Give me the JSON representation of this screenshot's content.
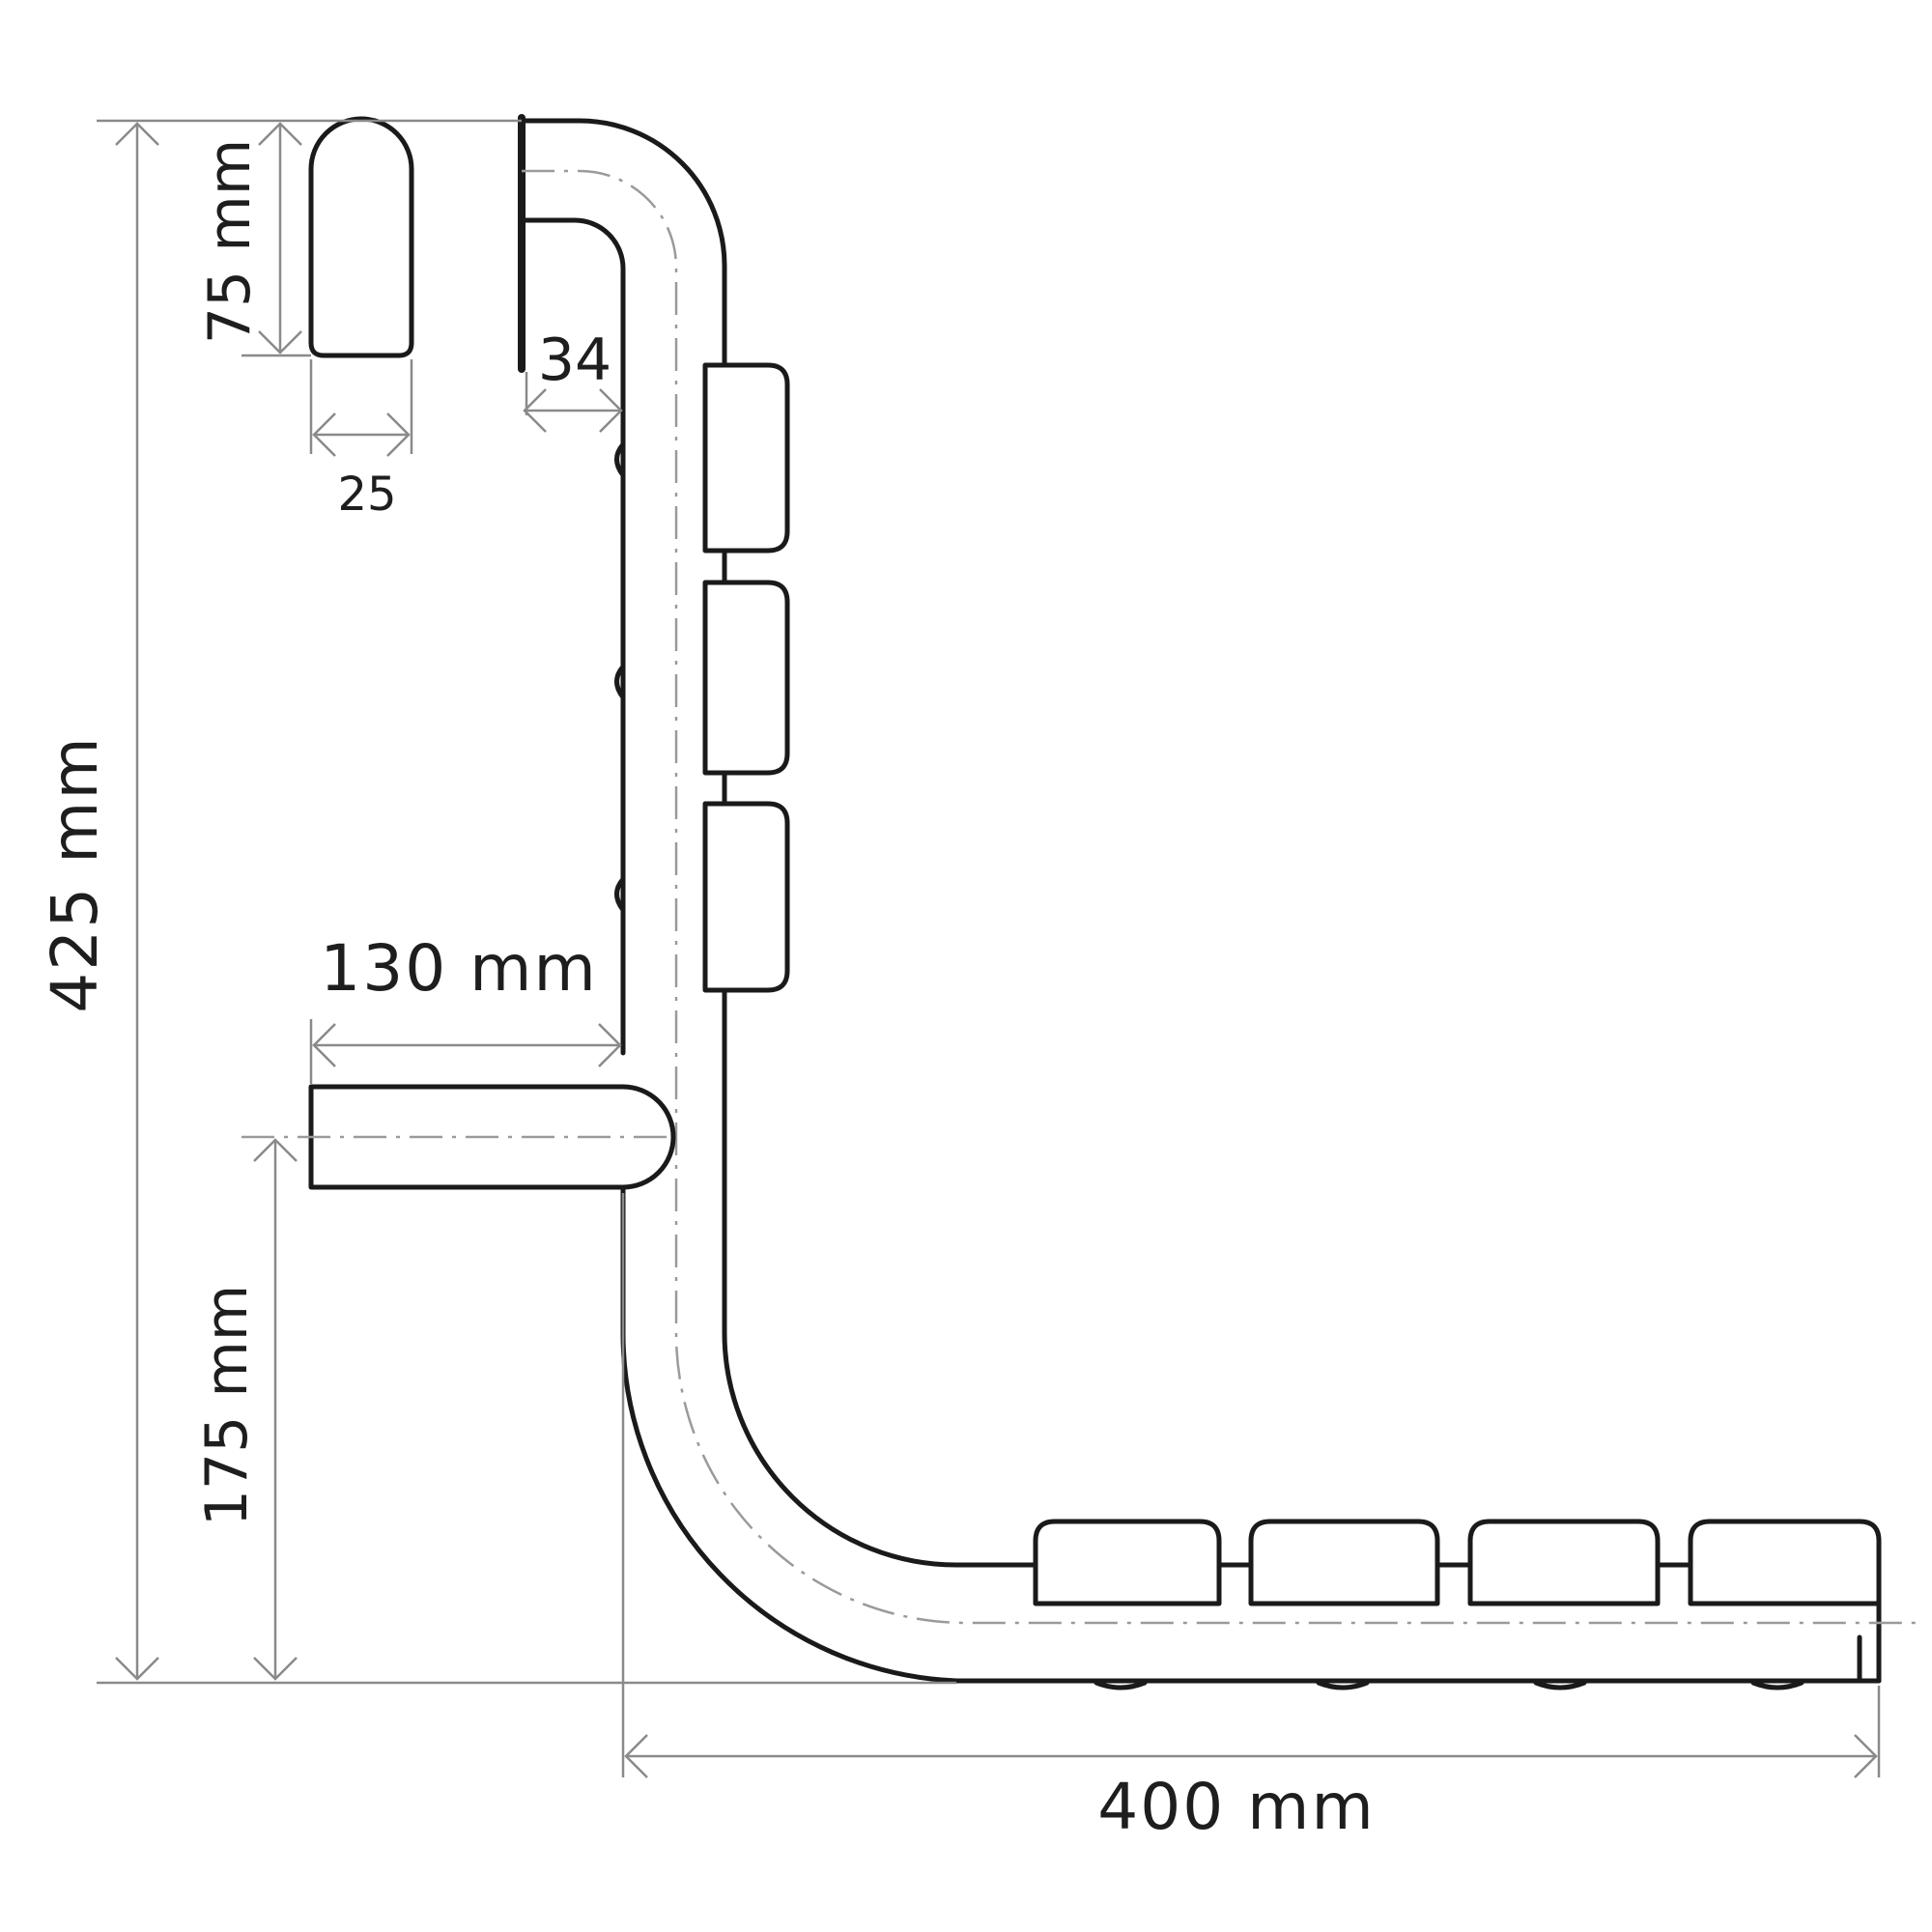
{
  "dimensions": {
    "total_height": "425 mm",
    "cap_height": "75 mm",
    "cap_width": "25",
    "tube_diameter": "34",
    "arm_length": "130 mm",
    "lower_height": "175 mm",
    "base_length": "400 mm"
  }
}
